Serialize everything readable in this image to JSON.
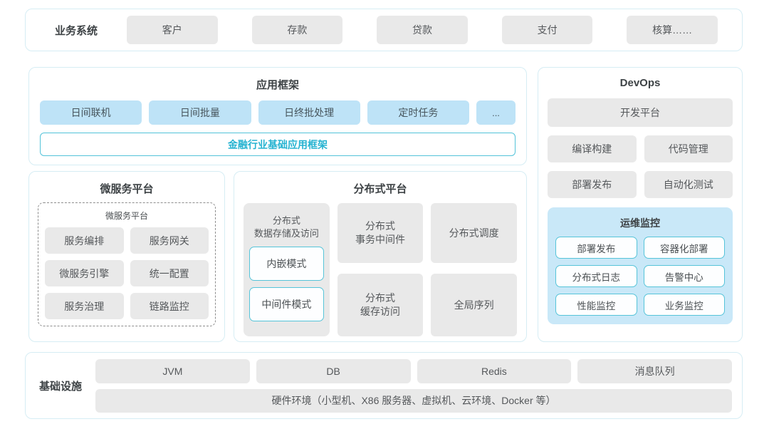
{
  "colors": {
    "accent_cyan": "#29b4d2",
    "cyan_border": "#56c4d9",
    "panel_border": "#d6edf4",
    "gray_box_bg": "#e9e9e9",
    "blue_box_bg": "#bee3f7",
    "monitor_bg": "#c9e8f8"
  },
  "business_system": {
    "label": "业务系统",
    "items": [
      "客户",
      "存款",
      "贷款",
      "支付",
      "核算……"
    ]
  },
  "app_framework": {
    "title": "应用框架",
    "modules": [
      "日间联机",
      "日间批量",
      "日终批处理",
      "定时任务",
      "..."
    ],
    "base_framework": "金融行业基础应用框架"
  },
  "devops": {
    "title": "DevOps",
    "dev_platform": "开发平台",
    "tools": [
      "编译构建",
      "代码管理",
      "部署发布",
      "自动化测试"
    ],
    "ops_monitor": {
      "title": "运维监控",
      "items": [
        "部署发布",
        "容器化部署",
        "分布式日志",
        "告警中心",
        "性能监控",
        "业务监控"
      ]
    }
  },
  "microservice_platform": {
    "title": "微服务平台",
    "inner_title": "微服务平台",
    "items": [
      "服务编排",
      "服务网关",
      "微服务引擎",
      "统一配置",
      "服务治理",
      "链路监控"
    ]
  },
  "distributed_platform": {
    "title": "分布式平台",
    "data_storage": {
      "label": "分布式\n数据存储及访问",
      "modes": [
        "内嵌模式",
        "中间件模式"
      ]
    },
    "middle_column": [
      "分布式\n事务中间件",
      "分布式\n缓存访问"
    ],
    "right_column": [
      "分布式调度",
      "全局序列"
    ]
  },
  "infrastructure": {
    "label": "基础设施",
    "items": [
      "JVM",
      "DB",
      "Redis",
      "消息队列"
    ],
    "hardware": "硬件环境（小型机、X86 服务器、虚拟机、云环境、Docker 等）"
  }
}
